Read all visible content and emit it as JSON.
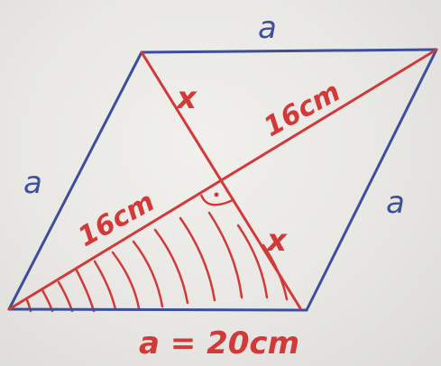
{
  "labels": {
    "side_top": "a",
    "side_left": "a",
    "side_right": "a",
    "side_bottom": "a = 20cm",
    "diag_half_upper": "16cm",
    "diag_half_lower": "16cm",
    "seg_upper": "x",
    "seg_lower": "x"
  },
  "colors": {
    "sides": "#3d4f9a",
    "diagonals": "#d23a3a",
    "background": "#e9e8e4"
  }
}
